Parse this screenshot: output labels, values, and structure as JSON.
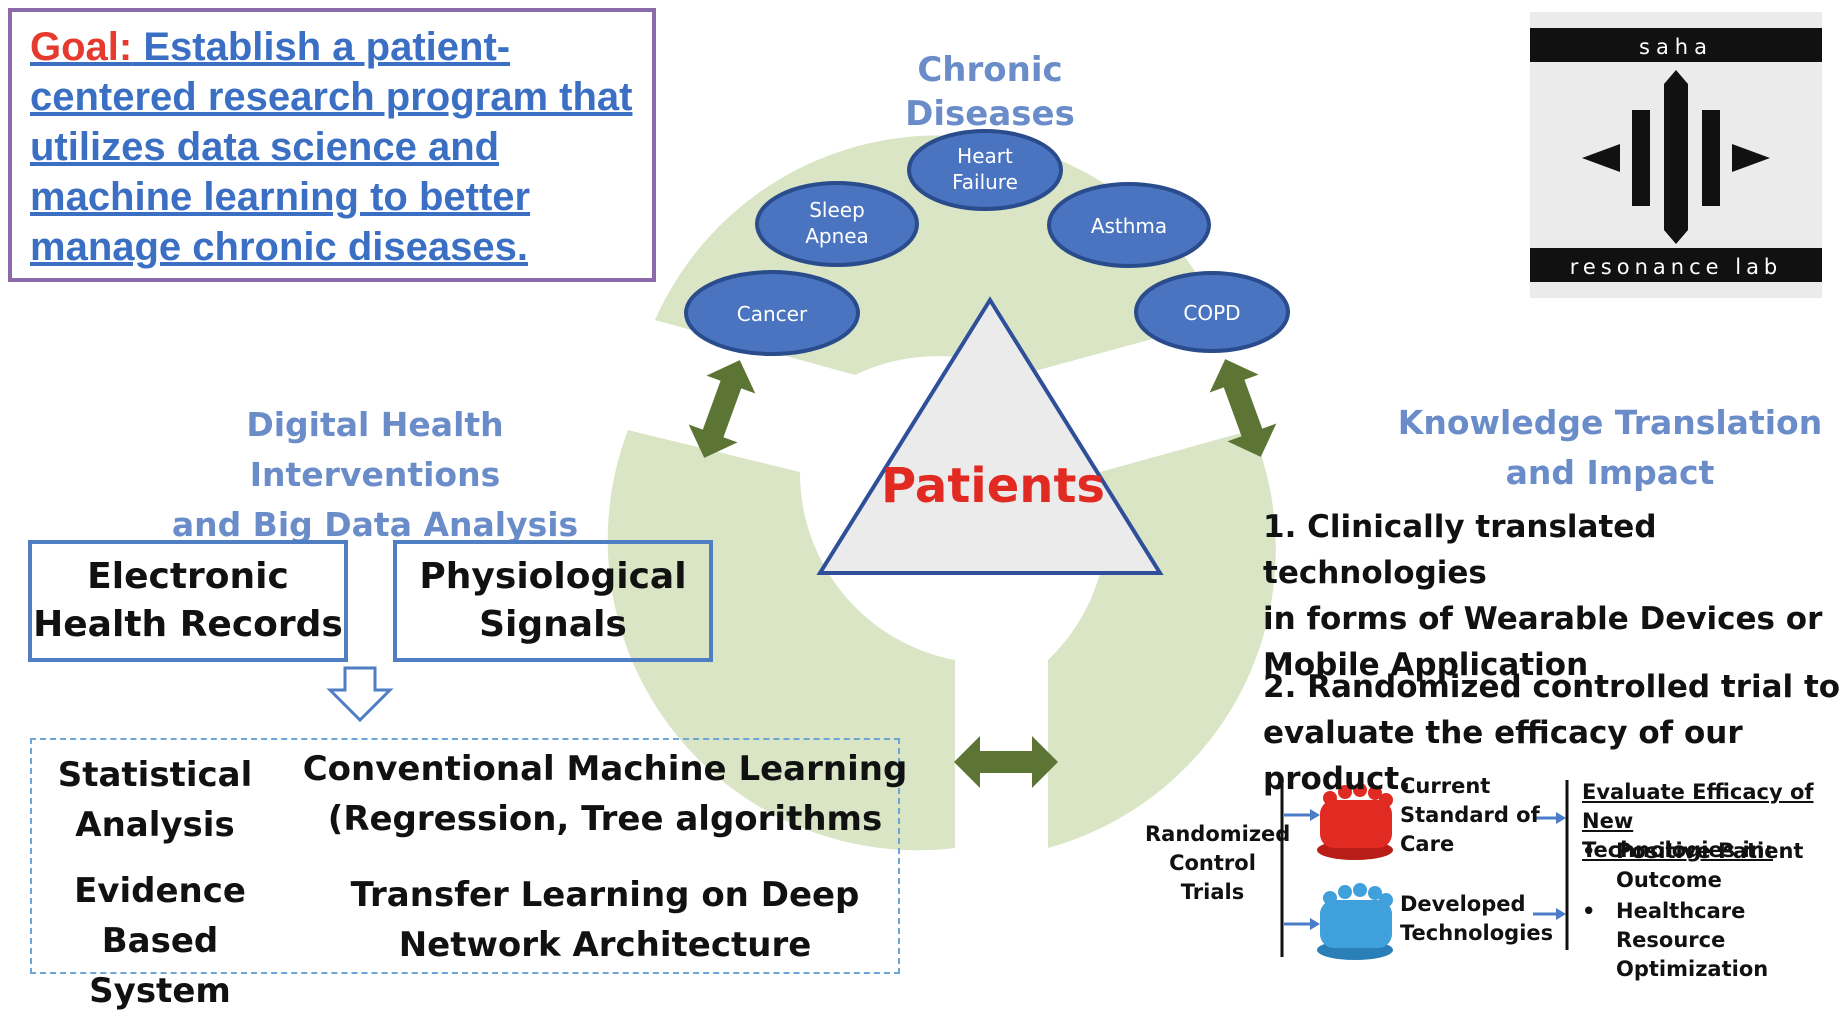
{
  "goal": {
    "label": "Goal:",
    "text": " Establish a patient-centered research program that utilizes data science and machine learning to better manage chronic diseases."
  },
  "chronic": {
    "title": "Chronic Diseases",
    "diseases": [
      {
        "line1": "Cancer",
        "line2": ""
      },
      {
        "line1": "Sleep",
        "line2": "Apnea"
      },
      {
        "line1": "Heart",
        "line2": "Failure"
      },
      {
        "line1": "Asthma",
        "line2": ""
      },
      {
        "line1": "COPD",
        "line2": ""
      }
    ]
  },
  "center": {
    "label": "Patients"
  },
  "digital": {
    "title_line1": "Digital Health Interventions",
    "title_line2": "and Big Data Analysis",
    "box1_line1": "Electronic",
    "box1_line2": "Health Records",
    "box2_line1": "Physiological",
    "box2_line2": "Signals",
    "methods": {
      "stat_line1": "Statistical",
      "stat_line2": "Analysis",
      "evidence_line1": "Evidence",
      "evidence_line2": "Based System",
      "ml_line1": "Conventional Machine Learning",
      "ml_line2": "(Regression, Tree algorithms",
      "tl_line1": "Transfer Learning on Deep",
      "tl_line2": "Network Architecture"
    }
  },
  "knowledge": {
    "title_line1": "Knowledge Translation",
    "title_line2": "and Impact",
    "points": [
      {
        "lines": [
          "1. Clinically translated technologies",
          "in forms of Wearable Devices or",
          "Mobile Application"
        ]
      },
      {
        "lines": [
          "2. Randomized controlled trial to",
          "evaluate the efficacy of our product."
        ]
      }
    ]
  },
  "rct": {
    "label_lines": [
      "Randomized",
      "Control",
      "Trials"
    ],
    "current_lines": [
      "Current",
      "Standard of",
      "Care"
    ],
    "developed_lines": [
      "Developed",
      "Technologies"
    ],
    "evaluate_lines": [
      "Evaluate Efficacy of New",
      "Technologies in:"
    ],
    "bullets": [
      {
        "lines": [
          "Positive Patient",
          "Outcome"
        ]
      },
      {
        "lines": [
          "Healthcare Resource",
          "Optimization"
        ]
      }
    ],
    "colors": {
      "current": "#e02a22",
      "developed": "#3fa0dc",
      "arrow": "#4a7cc9"
    }
  },
  "logo": {
    "top_text": "saha",
    "bottom_text": "resonance lab"
  },
  "colors": {
    "ring": "#d9e5c4",
    "ellipse_fill": "#4a74c0",
    "ellipse_stroke": "#2a4c8c",
    "double_arrow": "#5c7535",
    "triangle_stroke": "#2f4f9a",
    "triangle_fill": "#ebebeb",
    "patients_text": "#e02a22"
  }
}
